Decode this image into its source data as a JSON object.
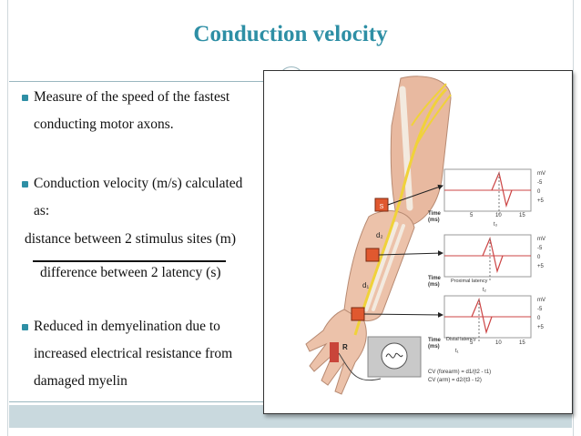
{
  "title": "Conduction velocity",
  "bullets": [
    {
      "line1": "Measure of the speed of the fastest",
      "line2": "conducting motor axons."
    },
    {
      "line1": "Conduction velocity (m/s) calculated",
      "line2": "as:"
    },
    {
      "line1": "Reduced in demyelination due to",
      "line2": "increased electrical resistance from",
      "line3": "damaged myelin"
    }
  ],
  "formula": {
    "numerator": "distance between 2 stimulus sites (m)",
    "denominator": "difference between 2 latency (s)"
  },
  "figure": {
    "site_label": "S",
    "recording_label": "R",
    "distance_labels": [
      "d₂",
      "d₁"
    ],
    "traces": [
      {
        "unit": "mV",
        "scale": [
          "-5",
          "0",
          "+5"
        ],
        "time_label": "Time",
        "time_unit": "(ms)",
        "ticks": [
          "5",
          "10",
          "15"
        ],
        "latency": "t₃"
      },
      {
        "unit": "mV",
        "scale": [
          "-5",
          "0",
          "+5"
        ],
        "time_label": "Time",
        "time_unit": "(ms)",
        "latency_label": "Proximal latency",
        "latency": "t₂"
      },
      {
        "unit": "mV",
        "scale": [
          "-5",
          "0",
          "+5"
        ],
        "time_label": "Time",
        "time_unit": "(ms)",
        "ticks": [
          "5",
          "10",
          "15"
        ],
        "latency_label": "Distal latency",
        "latency": "t₁"
      }
    ],
    "formulas": [
      "CV (forearm) = d1/(t2 - t1)",
      "CV (arm) = d2/(t3 - t2)"
    ]
  }
}
